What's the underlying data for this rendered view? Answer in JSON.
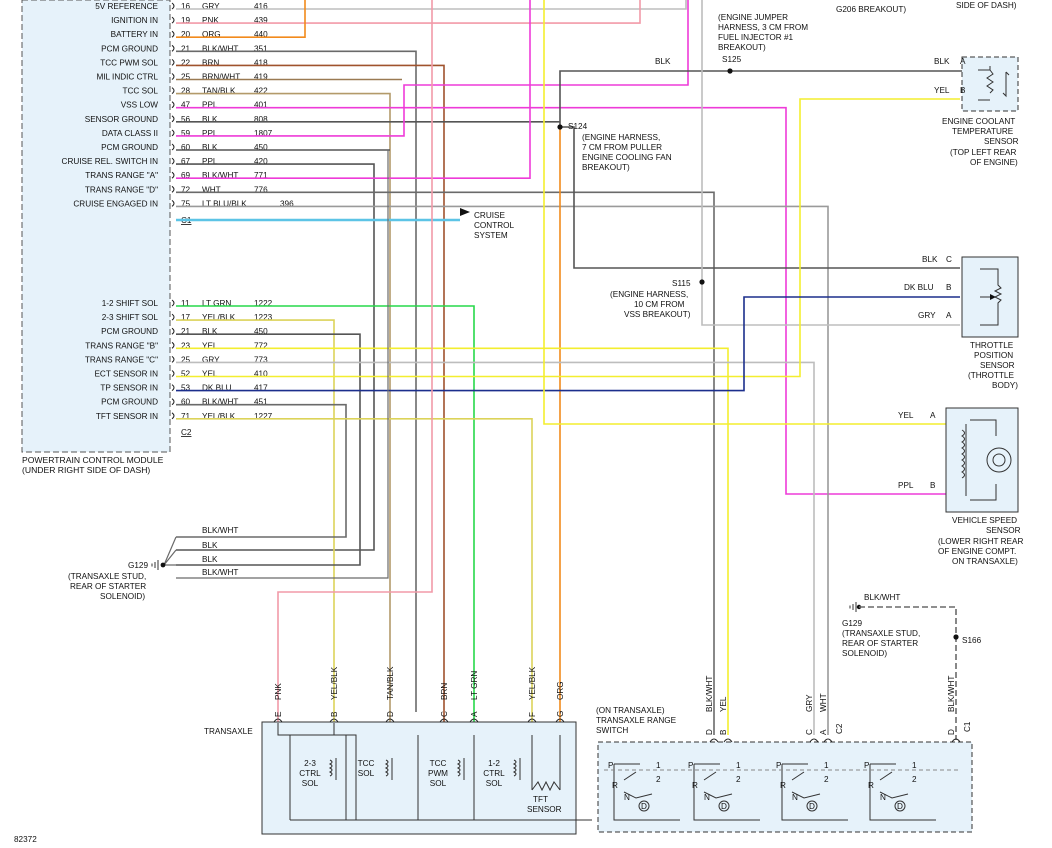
{
  "pcm": {
    "label_line1": "POWERTRAIN CONTROL MODULE",
    "label_line2": "(UNDER RIGHT SIDE OF DASH)",
    "connector_c1": "C1",
    "connector_c2": "C2",
    "c1_pins": [
      {
        "name": "5V REFERENCE",
        "pin": "16",
        "color": "GRY",
        "circuit": "416"
      },
      {
        "name": "IGNITION IN",
        "pin": "19",
        "color": "PNK",
        "circuit": "439"
      },
      {
        "name": "BATTERY IN",
        "pin": "20",
        "color": "ORG",
        "circuit": "440"
      },
      {
        "name": "PCM GROUND",
        "pin": "21",
        "color": "BLK/WHT",
        "circuit": "351"
      },
      {
        "name": "TCC PWM SOL",
        "pin": "22",
        "color": "BRN",
        "circuit": "418"
      },
      {
        "name": "MIL INDIC CTRL",
        "pin": "25",
        "color": "BRN/WHT",
        "circuit": "419"
      },
      {
        "name": "TCC SOL",
        "pin": "28",
        "color": "TAN/BLK",
        "circuit": "422"
      },
      {
        "name": "VSS LOW",
        "pin": "47",
        "color": "PPL",
        "circuit": "401"
      },
      {
        "name": "SENSOR GROUND",
        "pin": "56",
        "color": "BLK",
        "circuit": "808"
      },
      {
        "name": "DATA CLASS II",
        "pin": "59",
        "color": "PPL",
        "circuit": "1807"
      },
      {
        "name": "PCM GROUND",
        "pin": "60",
        "color": "BLK",
        "circuit": "450"
      },
      {
        "name": "CRUISE REL. SWITCH IN",
        "pin": "67",
        "color": "PPL",
        "circuit": "420"
      },
      {
        "name": "TRANS RANGE \"A\"",
        "pin": "69",
        "color": "BLK/WHT",
        "circuit": "771"
      },
      {
        "name": "TRANS RANGE \"D\"",
        "pin": "72",
        "color": "WHT",
        "circuit": "776"
      },
      {
        "name": "CRUISE ENGAGED IN",
        "pin": "75",
        "color": "LT BLU/BLK",
        "circuit": "396"
      }
    ],
    "c2_pins": [
      {
        "name": "1-2 SHIFT SOL",
        "pin": "11",
        "color": "LT GRN",
        "circuit": "1222"
      },
      {
        "name": "2-3 SHIFT SOL",
        "pin": "17",
        "color": "YEL/BLK",
        "circuit": "1223"
      },
      {
        "name": "PCM GROUND",
        "pin": "21",
        "color": "BLK",
        "circuit": "450"
      },
      {
        "name": "TRANS RANGE \"B\"",
        "pin": "23",
        "color": "YEL",
        "circuit": "772"
      },
      {
        "name": "TRANS RANGE \"C\"",
        "pin": "25",
        "color": "GRY",
        "circuit": "773"
      },
      {
        "name": "ECT SENSOR IN",
        "pin": "52",
        "color": "YEL",
        "circuit": "410"
      },
      {
        "name": "TP SENSOR IN",
        "pin": "53",
        "color": "DK BLU",
        "circuit": "417"
      },
      {
        "name": "PCM GROUND",
        "pin": "60",
        "color": "BLK/WHT",
        "circuit": "451"
      },
      {
        "name": "TFT SENSOR IN",
        "pin": "71",
        "color": "YEL/BLK",
        "circuit": "1227"
      }
    ]
  },
  "wire_colors": {
    "GRY": "#bdbdbd",
    "PNK": "#f29aa8",
    "ORG": "#f28a1c",
    "BLK/WHT": "#6a6a6a",
    "BRN": "#a0522d",
    "BRN/WHT": "#9a7a52",
    "TAN/BLK": "#b39a6a",
    "PPL": "#ee3bd8",
    "BLK": "#555555",
    "WHT": "#9a9a9a",
    "LT BLU/BLK": "#5cc4e6",
    "LT GRN": "#27d84a",
    "YEL/BLK": "#dcd35a",
    "YEL": "#f3ee2f",
    "DK BLU": "#1c2f8c"
  },
  "splices": {
    "s125_label": "S125",
    "s125_note": [
      "(ENGINE JUMPER",
      "HARNESS, 3 CM FROM",
      "FUEL INJECTOR #1",
      "BREAKOUT)"
    ],
    "s124_label": "S124",
    "s124_note": [
      "(ENGINE HARNESS,",
      "7 CM FROM PULLER",
      "ENGINE COOLING FAN",
      "BREAKOUT)"
    ],
    "s115_label": "S115",
    "s115_note": [
      "(ENGINE HARNESS,",
      "10 CM FROM",
      "VSS BREAKOUT)"
    ],
    "s166_label": "S166",
    "g206": "G206 BREAKOUT)",
    "side_of_dash": "SIDE OF DASH)",
    "blk_s125": "BLK"
  },
  "cruise": {
    "lines": [
      "CRUISE",
      "CONTROL",
      "SYSTEM"
    ]
  },
  "ect_sensor": {
    "pin_a_color": "BLK",
    "pin_a": "A",
    "pin_b_color": "YEL",
    "pin_b": "B",
    "label": [
      "ENGINE COOLANT",
      "TEMPERATURE",
      "SENSOR",
      "(TOP LEFT REAR",
      "OF ENGINE)"
    ]
  },
  "tp_sensor": {
    "pins": [
      {
        "color": "BLK",
        "pin": "C"
      },
      {
        "color": "DK BLU",
        "pin": "B"
      },
      {
        "color": "GRY",
        "pin": "A"
      }
    ],
    "label": [
      "THROTTLE",
      "POSITION",
      "SENSOR",
      "(THROTTLE",
      "BODY)"
    ]
  },
  "vss": {
    "pins": [
      {
        "color": "YEL",
        "pin": "A"
      },
      {
        "color": "PPL",
        "pin": "B"
      }
    ],
    "label": [
      "VEHICLE SPEED",
      "SENSOR",
      "(LOWER RIGHT REAR",
      "OF ENGINE COMPT.",
      "ON TRANSAXLE)"
    ]
  },
  "g129_left": {
    "label": [
      "G129",
      "(TRANSAXLE STUD,",
      "REAR OF STARTER",
      "SOLENOID)"
    ],
    "wires": [
      "BLK/WHT",
      "BLK",
      "BLK",
      "BLK/WHT"
    ]
  },
  "g129_right": {
    "label": [
      "G129",
      "(TRANSAXLE STUD,",
      "REAR OF STARTER",
      "SOLENOID)"
    ],
    "wire": "BLK/WHT"
  },
  "transaxle": {
    "label": "TRANSAXLE",
    "pins": [
      {
        "pin": "E",
        "color": "PNK"
      },
      {
        "pin": "B",
        "color": "YEL/BLK"
      },
      {
        "pin": "D",
        "color": "TAN/BLK"
      },
      {
        "pin": "C",
        "color": "BRN"
      },
      {
        "pin": "A",
        "color": "LT GRN"
      },
      {
        "pin": "F",
        "color": "YEL/BLK"
      },
      {
        "pin": "G",
        "color": "ORG"
      }
    ],
    "solenoids": [
      {
        "l1": "2-3",
        "l2": "CTRL",
        "l3": "SOL"
      },
      {
        "l1": "TCC",
        "l2": "SOL",
        "l3": ""
      },
      {
        "l1": "TCC",
        "l2": "PWM",
        "l3": "SOL"
      },
      {
        "l1": "1-2",
        "l2": "CTRL",
        "l3": "SOL"
      }
    ],
    "tft": [
      "TFT",
      "SENSOR"
    ]
  },
  "range_switch": {
    "label": [
      "(ON TRANSAXLE)",
      "TRANSAXLE RANGE",
      "SWITCH"
    ],
    "pins": [
      {
        "pin": "D",
        "color": "BLK/WHT"
      },
      {
        "pin": "B",
        "color": "YEL"
      },
      {
        "pin": "C",
        "color": "GRY"
      },
      {
        "pin": "A",
        "color": "WHT"
      },
      {
        "pin": "D",
        "color": "BLK/WHT"
      }
    ],
    "c2": "C2",
    "c1": "C1",
    "gear_labels": [
      "P",
      "R",
      "N",
      "D",
      "1",
      "2"
    ]
  },
  "figure_id": "82372"
}
